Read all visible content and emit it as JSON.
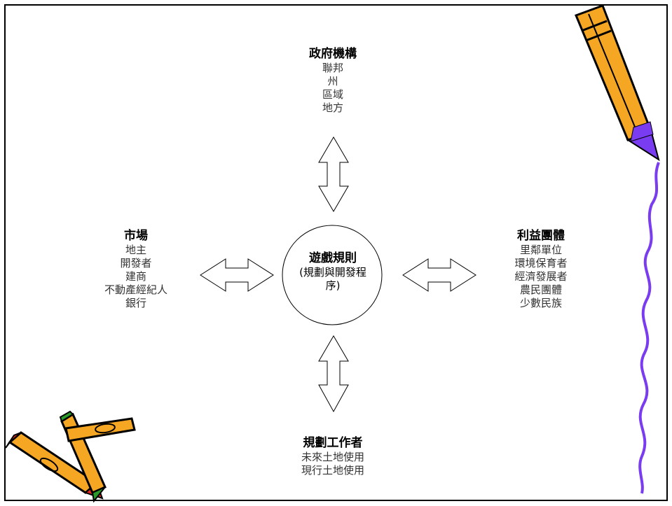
{
  "center": {
    "title": "遊戲規則",
    "subtitle": "(規劃與開發程序)"
  },
  "groups": {
    "government": {
      "title": "政府機構",
      "items": [
        "聯邦",
        "州",
        "區域",
        "地方"
      ]
    },
    "market": {
      "title": "市場",
      "items": [
        "地主",
        "開發者",
        "建商",
        "不動產經紀人",
        "銀行"
      ]
    },
    "interest": {
      "title": "利益團體",
      "items": [
        "里鄰單位",
        "環境保育者",
        "經濟發展者",
        "農民團體",
        "少數民族"
      ]
    },
    "planners": {
      "title": "規劃工作者",
      "items": [
        "未來土地使用",
        "現行土地使用"
      ]
    }
  },
  "colors": {
    "pencil_body": "#f5a623",
    "pencil_tip_purple": "#7a3cf0",
    "wavy_line": "#7a3cf0",
    "pencil_red": "#e8281e",
    "pencil_green": "#2a9a2a"
  }
}
